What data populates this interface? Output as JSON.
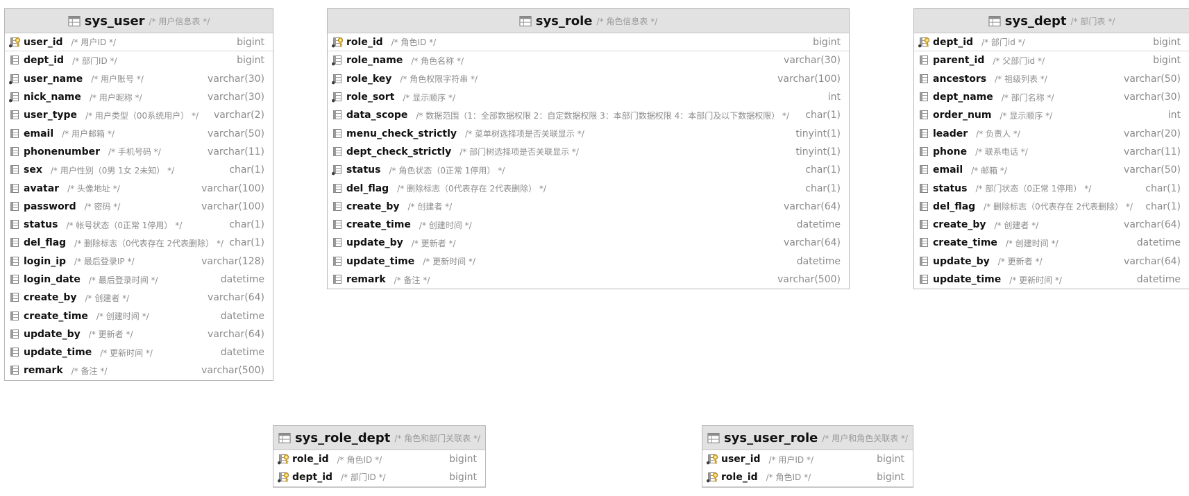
{
  "tables": [
    {
      "name": "sys_user",
      "comment": "/* 用户信息表 */",
      "columns": [
        {
          "name": "user_id",
          "comment": "/* 用户ID */",
          "type": "bigint",
          "kind": "pk"
        },
        {
          "name": "dept_id",
          "comment": "/* 部门ID */",
          "type": "bigint",
          "kind": "col"
        },
        {
          "name": "user_name",
          "comment": "/* 用户账号 */",
          "type": "varchar(30)",
          "kind": "req"
        },
        {
          "name": "nick_name",
          "comment": "/* 用户昵称 */",
          "type": "varchar(30)",
          "kind": "req"
        },
        {
          "name": "user_type",
          "comment": "/* 用户类型（00系统用户） */",
          "type": "varchar(2)",
          "kind": "col"
        },
        {
          "name": "email",
          "comment": "/* 用户邮箱 */",
          "type": "varchar(50)",
          "kind": "col"
        },
        {
          "name": "phonenumber",
          "comment": "/* 手机号码 */",
          "type": "varchar(11)",
          "kind": "col"
        },
        {
          "name": "sex",
          "comment": "/* 用户性别（0男 1女 2未知） */",
          "type": "char(1)",
          "kind": "col"
        },
        {
          "name": "avatar",
          "comment": "/* 头像地址 */",
          "type": "varchar(100)",
          "kind": "col"
        },
        {
          "name": "password",
          "comment": "/* 密码 */",
          "type": "varchar(100)",
          "kind": "col"
        },
        {
          "name": "status",
          "comment": "/* 帐号状态（0正常 1停用） */",
          "type": "char(1)",
          "kind": "col"
        },
        {
          "name": "del_flag",
          "comment": "/* 删除标志（0代表存在 2代表删除） */",
          "type": "char(1)",
          "kind": "col"
        },
        {
          "name": "login_ip",
          "comment": "/* 最后登录IP */",
          "type": "varchar(128)",
          "kind": "col"
        },
        {
          "name": "login_date",
          "comment": "/* 最后登录时间 */",
          "type": "datetime",
          "kind": "col"
        },
        {
          "name": "create_by",
          "comment": "/* 创建者 */",
          "type": "varchar(64)",
          "kind": "col"
        },
        {
          "name": "create_time",
          "comment": "/* 创建时间 */",
          "type": "datetime",
          "kind": "col"
        },
        {
          "name": "update_by",
          "comment": "/* 更新者 */",
          "type": "varchar(64)",
          "kind": "col"
        },
        {
          "name": "update_time",
          "comment": "/* 更新时间 */",
          "type": "datetime",
          "kind": "col"
        },
        {
          "name": "remark",
          "comment": "/* 备注 */",
          "type": "varchar(500)",
          "kind": "col"
        }
      ]
    },
    {
      "name": "sys_role",
      "comment": "/* 角色信息表 */",
      "columns": [
        {
          "name": "role_id",
          "comment": "/* 角色ID */",
          "type": "bigint",
          "kind": "pk"
        },
        {
          "name": "role_name",
          "comment": "/* 角色名称 */",
          "type": "varchar(30)",
          "kind": "req"
        },
        {
          "name": "role_key",
          "comment": "/* 角色权限字符串 */",
          "type": "varchar(100)",
          "kind": "req"
        },
        {
          "name": "role_sort",
          "comment": "/* 显示顺序 */",
          "type": "int",
          "kind": "req"
        },
        {
          "name": "data_scope",
          "comment": "/* 数据范围（1：全部数据权限 2：自定数据权限 3：本部门数据权限 4：本部门及以下数据权限） */",
          "type": "char(1)",
          "kind": "col"
        },
        {
          "name": "menu_check_strictly",
          "comment": "/* 菜单树选择项是否关联显示 */",
          "type": "tinyint(1)",
          "kind": "col"
        },
        {
          "name": "dept_check_strictly",
          "comment": "/* 部门树选择项是否关联显示 */",
          "type": "tinyint(1)",
          "kind": "col"
        },
        {
          "name": "status",
          "comment": "/* 角色状态（0正常 1停用） */",
          "type": "char(1)",
          "kind": "req"
        },
        {
          "name": "del_flag",
          "comment": "/* 删除标志（0代表存在 2代表删除） */",
          "type": "char(1)",
          "kind": "col"
        },
        {
          "name": "create_by",
          "comment": "/* 创建者 */",
          "type": "varchar(64)",
          "kind": "col"
        },
        {
          "name": "create_time",
          "comment": "/* 创建时间 */",
          "type": "datetime",
          "kind": "col"
        },
        {
          "name": "update_by",
          "comment": "/* 更新者 */",
          "type": "varchar(64)",
          "kind": "col"
        },
        {
          "name": "update_time",
          "comment": "/* 更新时间 */",
          "type": "datetime",
          "kind": "col"
        },
        {
          "name": "remark",
          "comment": "/* 备注 */",
          "type": "varchar(500)",
          "kind": "col"
        }
      ]
    },
    {
      "name": "sys_dept",
      "comment": "/* 部门表 */",
      "columns": [
        {
          "name": "dept_id",
          "comment": "/* 部门id */",
          "type": "bigint",
          "kind": "pk"
        },
        {
          "name": "parent_id",
          "comment": "/* 父部门id */",
          "type": "bigint",
          "kind": "col"
        },
        {
          "name": "ancestors",
          "comment": "/* 祖级列表 */",
          "type": "varchar(50)",
          "kind": "col"
        },
        {
          "name": "dept_name",
          "comment": "/* 部门名称 */",
          "type": "varchar(30)",
          "kind": "col"
        },
        {
          "name": "order_num",
          "comment": "/* 显示顺序 */",
          "type": "int",
          "kind": "col"
        },
        {
          "name": "leader",
          "comment": "/* 负责人 */",
          "type": "varchar(20)",
          "kind": "col"
        },
        {
          "name": "phone",
          "comment": "/* 联系电话 */",
          "type": "varchar(11)",
          "kind": "col"
        },
        {
          "name": "email",
          "comment": "/* 邮箱 */",
          "type": "varchar(50)",
          "kind": "col"
        },
        {
          "name": "status",
          "comment": "/* 部门状态（0正常 1停用） */",
          "type": "char(1)",
          "kind": "col"
        },
        {
          "name": "del_flag",
          "comment": "/* 删除标志（0代表存在 2代表删除） */",
          "type": "char(1)",
          "kind": "col"
        },
        {
          "name": "create_by",
          "comment": "/* 创建者 */",
          "type": "varchar(64)",
          "kind": "col"
        },
        {
          "name": "create_time",
          "comment": "/* 创建时间 */",
          "type": "datetime",
          "kind": "col"
        },
        {
          "name": "update_by",
          "comment": "/* 更新者 */",
          "type": "varchar(64)",
          "kind": "col"
        },
        {
          "name": "update_time",
          "comment": "/* 更新时间 */",
          "type": "datetime",
          "kind": "col"
        }
      ]
    },
    {
      "name": "sys_role_dept",
      "comment": "/* 角色和部门关联表 */",
      "columns": [
        {
          "name": "role_id",
          "comment": "/* 角色ID */",
          "type": "bigint",
          "kind": "pk"
        },
        {
          "name": "dept_id",
          "comment": "/* 部门ID */",
          "type": "bigint",
          "kind": "pk"
        }
      ]
    },
    {
      "name": "sys_user_role",
      "comment": "/* 用户和角色关联表 */",
      "columns": [
        {
          "name": "user_id",
          "comment": "/* 用户ID */",
          "type": "bigint",
          "kind": "pk"
        },
        {
          "name": "role_id",
          "comment": "/* 角色ID */",
          "type": "bigint",
          "kind": "pk"
        }
      ]
    }
  ]
}
